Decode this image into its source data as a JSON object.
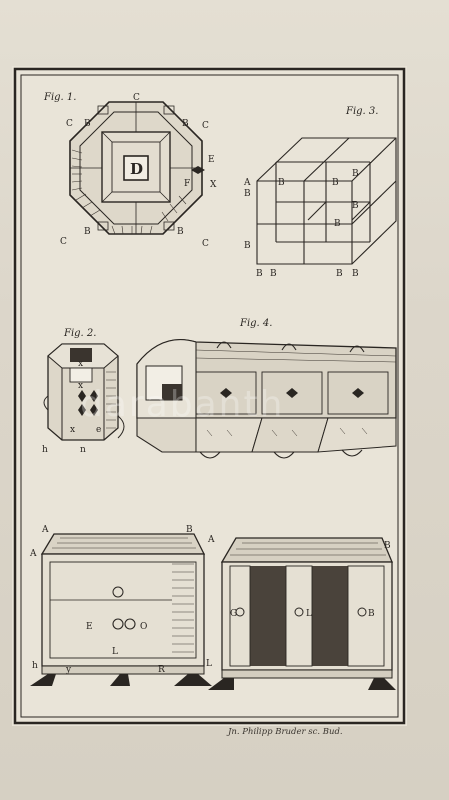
{
  "figures": {
    "fig1": {
      "title": "Fig. 1.",
      "labels": [
        "C",
        "C",
        "C",
        "C",
        "C",
        "B",
        "B",
        "B",
        "B",
        "D",
        "E",
        "F",
        "X"
      ]
    },
    "fig2": {
      "title": "Fig. 2.",
      "labels": [
        "x",
        "x",
        "x",
        "e",
        "h",
        "n"
      ]
    },
    "fig3": {
      "title": "Fig. 3.",
      "labels": [
        "A",
        "B",
        "B",
        "B",
        "B",
        "B",
        "B",
        "B",
        "B",
        "B",
        "B",
        "B"
      ]
    },
    "fig4": {
      "title": "Fig. 4."
    },
    "fig5": {
      "labels": [
        "A",
        "B",
        "A",
        "E",
        "O",
        "L",
        "y",
        "h",
        "R",
        "L"
      ]
    },
    "fig6": {
      "labels": [
        "A",
        "B",
        "G",
        "L",
        "B"
      ]
    }
  },
  "signature": "Jn. Philipp Bruder sc. Bud.",
  "watermark": "darabanth"
}
